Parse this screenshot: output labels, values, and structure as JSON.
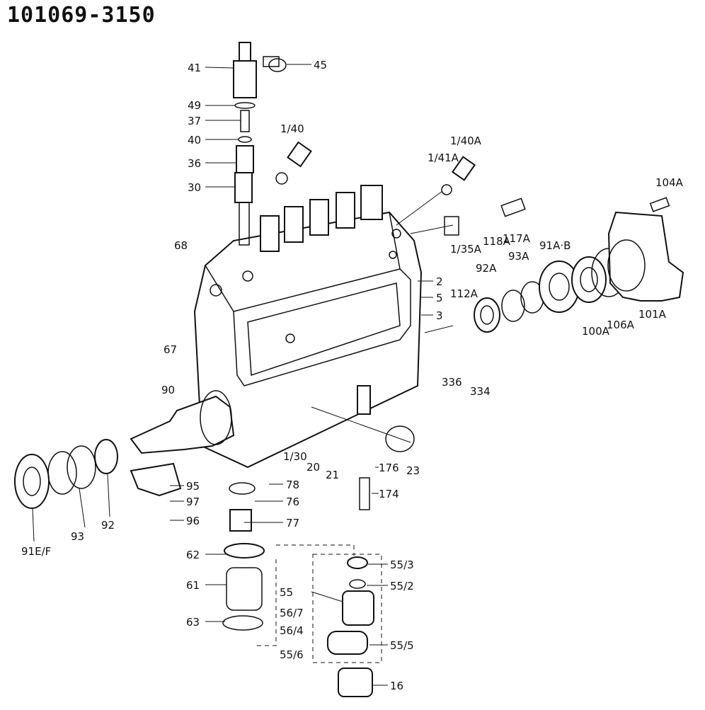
{
  "title": "101069-3150",
  "labels": [
    "41",
    "45",
    "49",
    "37",
    "40",
    "1/40",
    "36",
    "30",
    "1/40A",
    "1/41A",
    "104A",
    "118A",
    "117A",
    "1/35A",
    "68",
    "93A",
    "91A·B",
    "92A",
    "112A",
    "2",
    "5",
    "3",
    "100A",
    "106A",
    "101A",
    "67",
    "336",
    "334",
    "90",
    "1/30",
    "20",
    "21",
    "23",
    "176",
    "174",
    "95",
    "78",
    "97",
    "76",
    "96",
    "77",
    "93",
    "92",
    "91E/F",
    "62",
    "55/3",
    "55",
    "55/2",
    "61",
    "56/7",
    "56/4",
    "55/5",
    "63",
    "55/6",
    "16"
  ]
}
